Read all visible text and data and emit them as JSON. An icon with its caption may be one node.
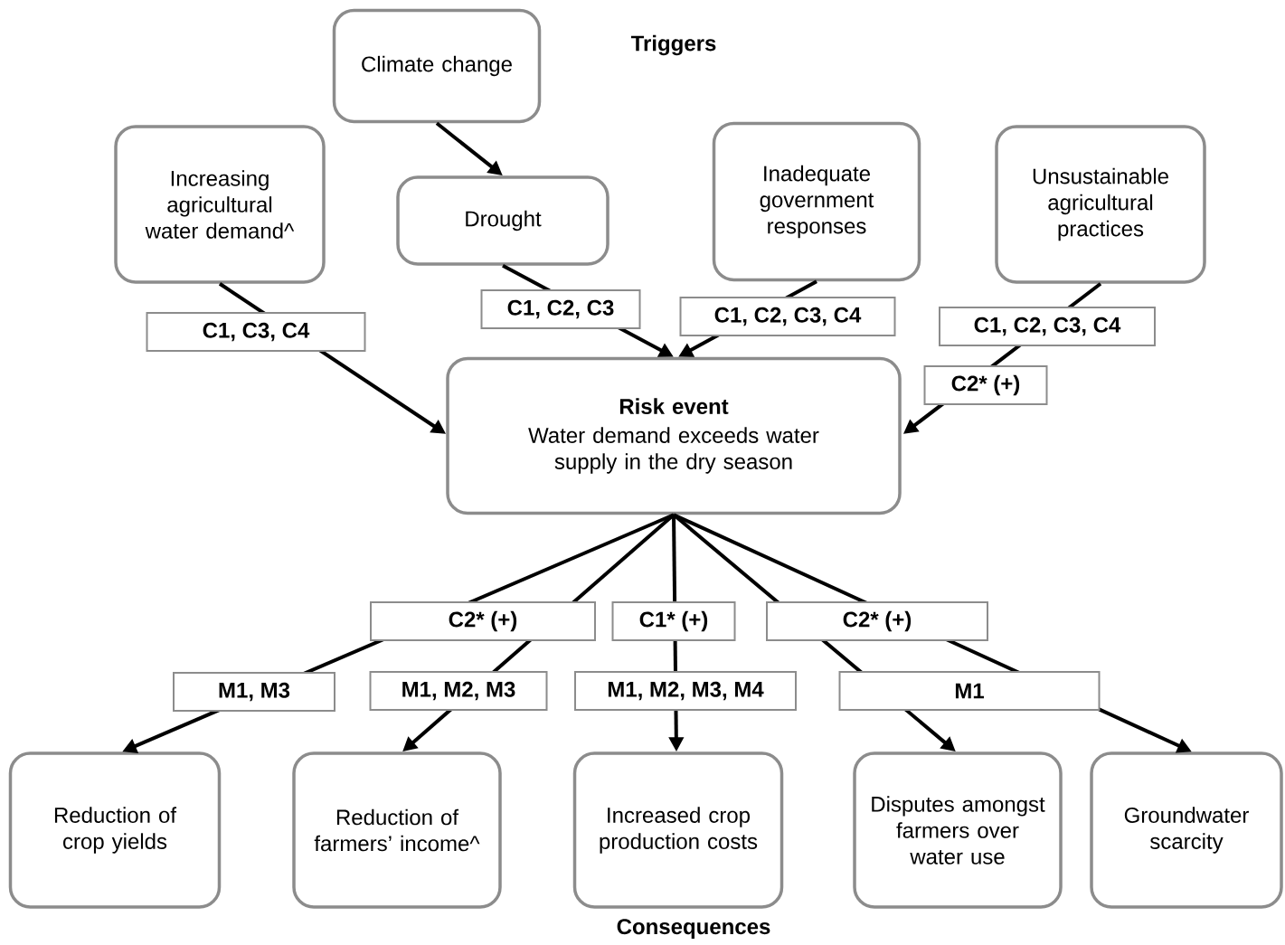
{
  "diagram": {
    "nodes": [
      {
        "text": [
          "Climate change"
        ]
      },
      {
        "text": [
          "Increasing agricultural water demand^"
        ]
      },
      {
        "text": [
          "Drought"
        ]
      },
      {
        "text": [
          "Inadequate government responses"
        ]
      },
      {
        "text": [
          "Unsustainable agricultural practices"
        ]
      },
      {
        "text": [
          "Risk event",
          "Water demand exceeds water supply in the dry season"
        ]
      },
      {
        "text": [
          "Reduction of crop yields"
        ]
      },
      {
        "text": [
          "Reduction of farmers’ income^"
        ]
      },
      {
        "text": [
          "Increased crop production costs"
        ]
      },
      {
        "text": [
          "Disputes amongst farmers over water use"
        ]
      },
      {
        "text": [
          "Groundwater scarcity"
        ]
      }
    ],
    "edges": [
      {
        "from": 0,
        "to": 2,
        "arrow": "to"
      },
      {
        "from": 1,
        "to": 5,
        "arrow": "to"
      },
      {
        "from": 2,
        "to": 5,
        "arrow": "to"
      },
      {
        "from": 3,
        "to": 5,
        "arrow": "to"
      },
      {
        "from": 4,
        "to": 5,
        "arrow": "to"
      },
      {
        "from": 5,
        "to": 6,
        "arrow": "to"
      },
      {
        "from": 5,
        "to": 7,
        "arrow": "to"
      },
      {
        "from": 5,
        "to": 8,
        "arrow": "to"
      },
      {
        "from": 5,
        "to": 9,
        "arrow": "to"
      },
      {
        "from": 5,
        "to": 10,
        "arrow": "to"
      }
    ],
    "labels": [
      "Triggers",
      "C1, C2, C3",
      "C1, C2, C3, C4",
      "C1, C3, C4",
      "C1, C2, C3, C4",
      "C2* (+)",
      "C2* (+)",
      "C1* (+)",
      "C2* (+)",
      "M1, M3",
      "M1, M2, M3",
      "M1, M2, M3, M4",
      "M1",
      "Consequences"
    ]
  }
}
